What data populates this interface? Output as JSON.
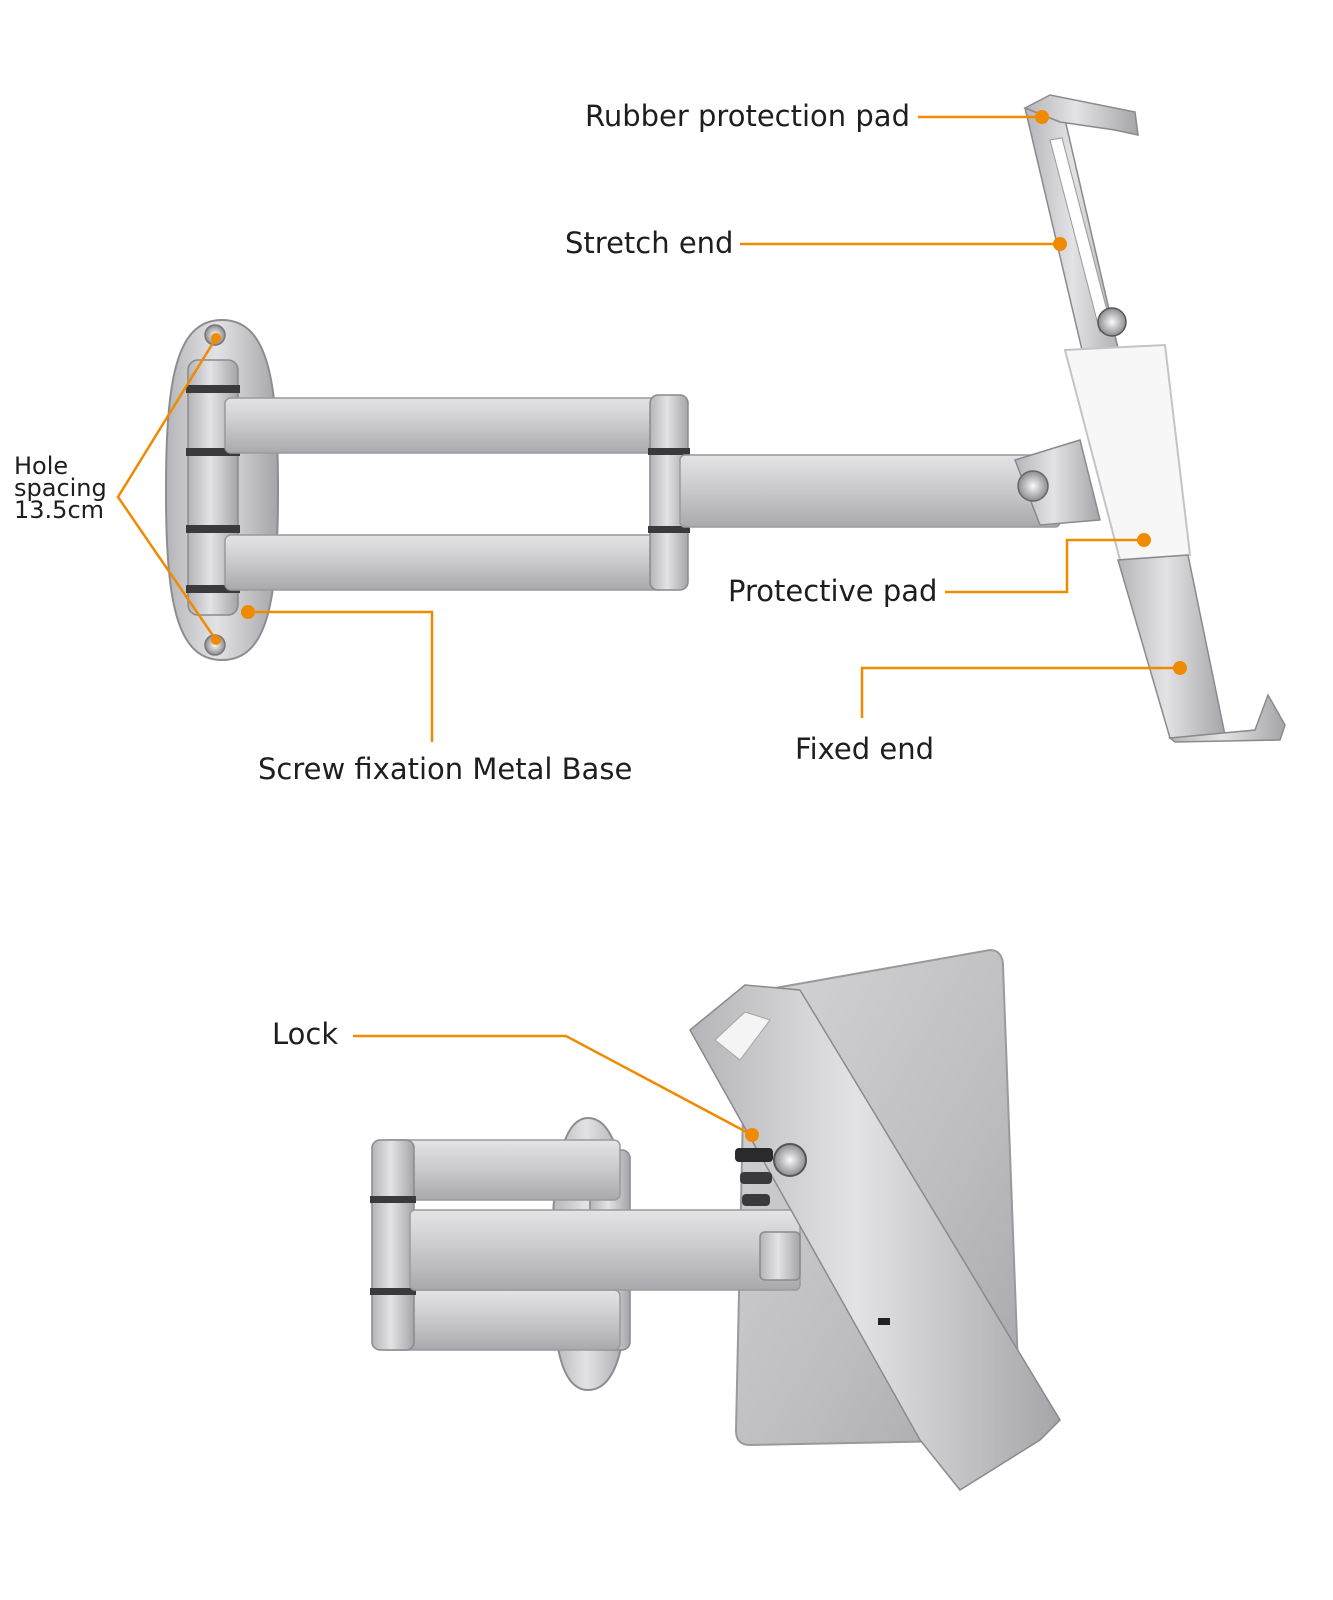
{
  "accent_color": "#f08a00",
  "labels": {
    "rubber_pad": "Rubber protection pad",
    "stretch_end": "Stretch end",
    "hole_spacing": [
      "Hole",
      "spacing",
      "13.5cm"
    ],
    "protective_pad": "Protective pad",
    "fixed_end": "Fixed end",
    "metal_base": "Screw fixation Metal Base",
    "lock": "Lock"
  }
}
